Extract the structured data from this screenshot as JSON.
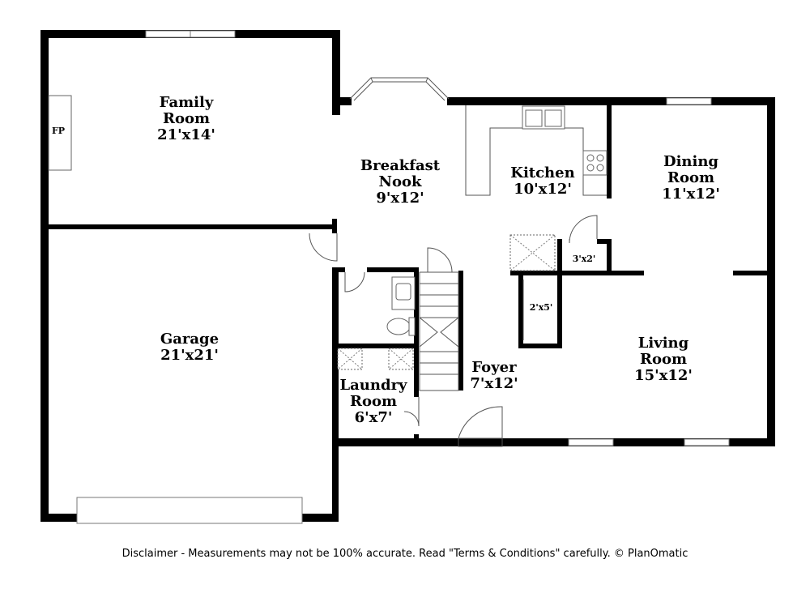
{
  "rooms": {
    "family": {
      "name1": "Family",
      "name2": "Room",
      "size": "21'x14'"
    },
    "breakfast": {
      "name1": "Breakfast",
      "name2": "Nook",
      "size": "9'x12'"
    },
    "kitchen": {
      "name": "Kitchen",
      "size": "10'x12'"
    },
    "dining": {
      "name1": "Dining",
      "name2": "Room",
      "size": "11'x12'"
    },
    "garage": {
      "name": "Garage",
      "size": "21'x21'"
    },
    "laundry": {
      "name1": "Laundry",
      "name2": "Room",
      "size": "6'x7'"
    },
    "foyer": {
      "name": "Foyer",
      "size": "7'x12'"
    },
    "living": {
      "name1": "Living",
      "name2": "Room",
      "size": "15'x12'"
    }
  },
  "closets": {
    "pantry": "3'x2'",
    "coat": "2'x5'"
  },
  "fireplace": "FP",
  "disclaimer": "Disclaimer - Measurements may not be 100% accurate. Read \"Terms & Conditions\" carefully. © PlanOmatic"
}
